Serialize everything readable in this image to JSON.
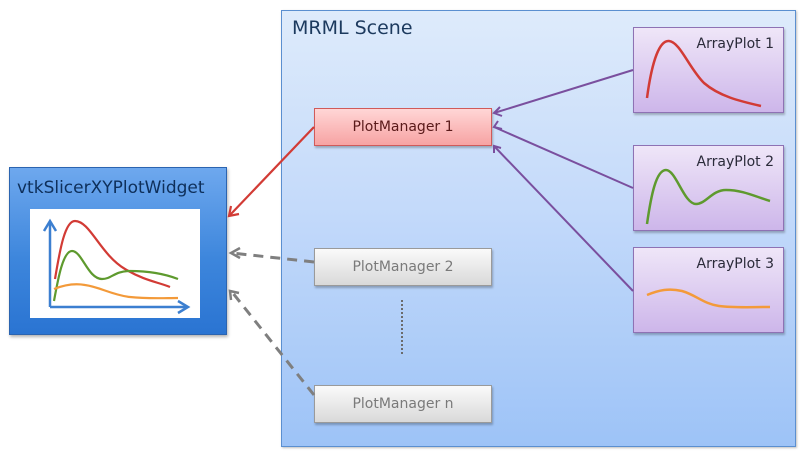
{
  "scene": {
    "title": "MRML Scene"
  },
  "widget": {
    "title": "vtkSlicerXYPlotWidget"
  },
  "plot_managers": [
    {
      "label": "PlotManager 1",
      "state": "active"
    },
    {
      "label": "PlotManager 2",
      "state": "inactive"
    },
    {
      "label": "PlotManager n",
      "state": "inactive"
    }
  ],
  "array_plots": [
    {
      "label": "ArrayPlot 1",
      "curve_color": "#d23b35"
    },
    {
      "label": "ArrayPlot 2",
      "curve_color": "#5e9a2e"
    },
    {
      "label": "ArrayPlot 3",
      "curve_color": "#f39a3a"
    }
  ],
  "colors": {
    "active_link": "#d23b35",
    "array_link": "#7a4f9e",
    "inactive_link": "#7f7f7f",
    "axis": "#3c7fd0"
  },
  "relations": [
    {
      "from": "ArrayPlot 1",
      "to": "PlotManager 1",
      "style": "solid"
    },
    {
      "from": "ArrayPlot 2",
      "to": "PlotManager 1",
      "style": "solid"
    },
    {
      "from": "ArrayPlot 3",
      "to": "PlotManager 1",
      "style": "solid"
    },
    {
      "from": "PlotManager 1",
      "to": "vtkSlicerXYPlotWidget",
      "style": "solid"
    },
    {
      "from": "PlotManager 2",
      "to": "vtkSlicerXYPlotWidget",
      "style": "dashed"
    },
    {
      "from": "PlotManager n",
      "to": "vtkSlicerXYPlotWidget",
      "style": "dashed"
    }
  ]
}
